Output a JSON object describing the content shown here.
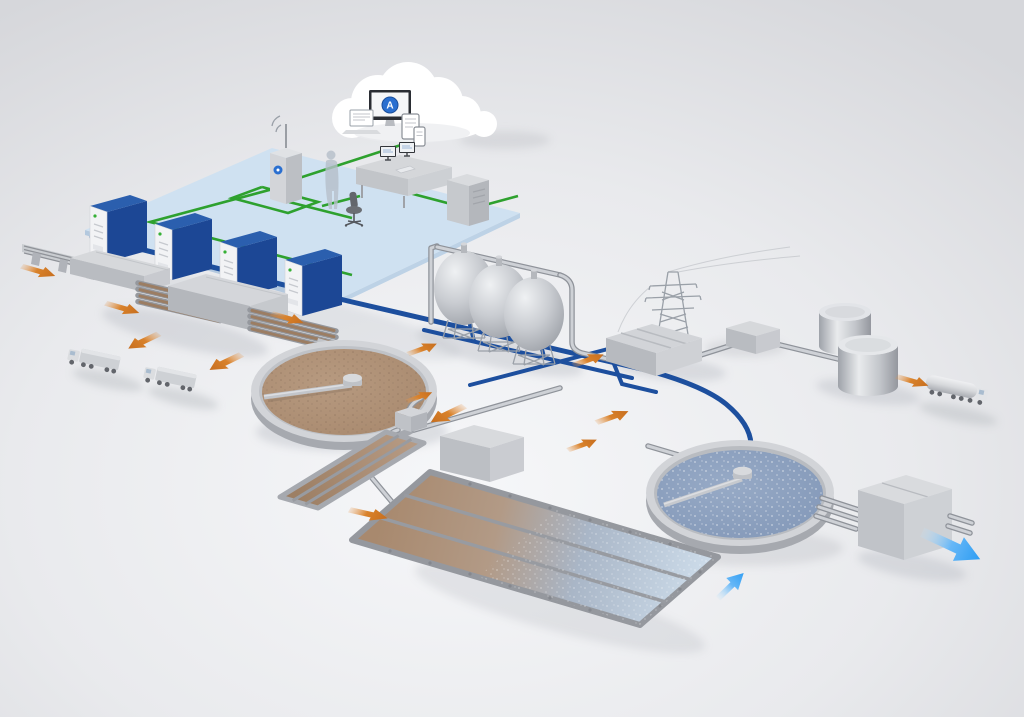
{
  "meta": {
    "description": "3D isometric illustration of a cloud-connected automated wastewater treatment plant",
    "visible_text_note": "no readable text in the image; only a circular logo letter"
  },
  "colors": {
    "background_center": "#f5f6f8",
    "background_edge": "#d6d7db",
    "platform_blue": "#cfe1f1",
    "network_green": "#2ea12e",
    "pipe_blue": "#1d4f9e",
    "cabinet_blue": "#1c4795",
    "cabinet_blue_top": "#2b5fae",
    "panel_white": "#f2f3f5",
    "led_green": "#36b036",
    "structure_gray": "#c6c9ce",
    "structure_gray_dark": "#aaadb4",
    "water_brown": "#a8896e",
    "water_blue": "#8398b8",
    "arrow_orange": "#d9822b",
    "arrow_blue": "#2d9df3",
    "cloud_white": "#ffffff",
    "logo_blue": "#2a6fd0"
  },
  "cloud": {
    "logo_letter": "A",
    "devices": [
      "monitor",
      "laptop",
      "tablet",
      "smartphone"
    ]
  },
  "control_room": {
    "plc_cabinet_count": 4,
    "desk_monitor_count": 2,
    "has_operator": true,
    "has_telemetry_antenna": true
  },
  "process_units": {
    "inlet_screen_buildings": 2,
    "sludge_trucks": 2,
    "primary_clarifier": 1,
    "digesters": 3,
    "grit_basin_lanes": 3,
    "aeration_basin_lanes": 3,
    "secondary_clarifier": 1,
    "gas_storage_tanks": 2,
    "tanker_truck": 1,
    "power_pylon": 1,
    "chp_building": 1,
    "outfall_building": 1,
    "pump_station": 1,
    "blower_building": 1
  },
  "flow_arrows": {
    "orange_directions": [
      "right-down",
      "right-down",
      "right-down",
      "left-down",
      "left-down",
      "up-right",
      "up-right",
      "left-down",
      "up-right",
      "up-right",
      "right-down",
      "right-down",
      "up-right"
    ],
    "blue_directions": [
      "up-right",
      "right-down"
    ]
  }
}
